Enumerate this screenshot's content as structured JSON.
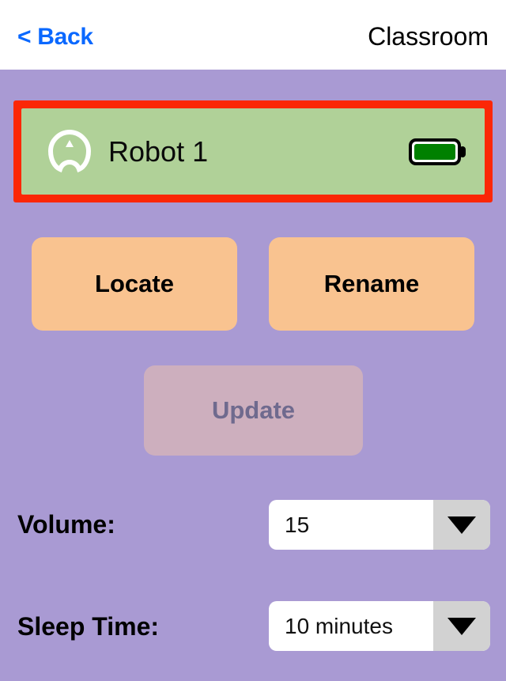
{
  "header": {
    "back_label": "< Back",
    "title": "Classroom",
    "back_color": "#0a68ff"
  },
  "robot": {
    "name": "Robot 1",
    "icon": "robot-circle-icon",
    "battery_icon": "battery-full-icon",
    "battery_level_color": "#008000",
    "row_background": "#b0d198",
    "selection_color": "#fb2706",
    "selected": true
  },
  "actions": {
    "locate_label": "Locate",
    "rename_label": "Rename",
    "update_label": "Update",
    "button_color": "#f9c390",
    "update_disabled_color": "#cdafbe",
    "update_disabled_text_color": "#6f6a8e"
  },
  "settings": {
    "volume": {
      "label": "Volume:",
      "value": "15",
      "arrow_icon": "chevron-down-icon"
    },
    "sleep_time": {
      "label": "Sleep Time:",
      "value": "10 minutes",
      "arrow_icon": "chevron-down-icon"
    }
  },
  "theme": {
    "background": "#a99ad3",
    "navbar_background": "#ffffff"
  }
}
